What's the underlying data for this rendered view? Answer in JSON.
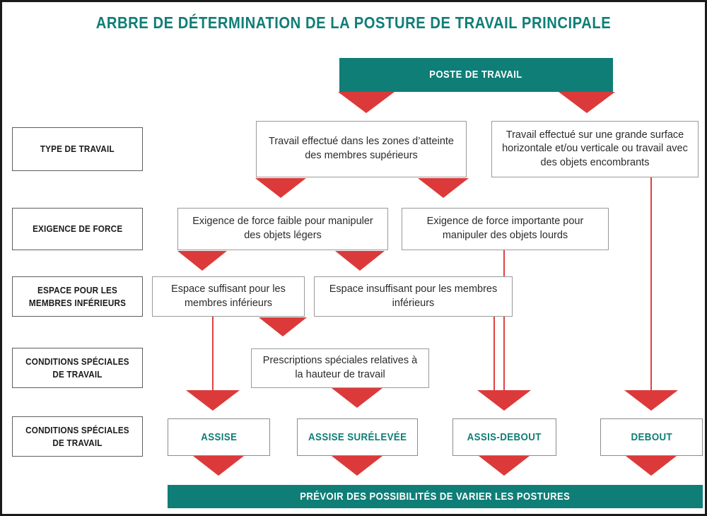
{
  "diagram": {
    "title": "ARBRE DE DÉTERMINATION DE LA POSTURE DE TRAVAIL PRINCIPALE",
    "root": "POSTE DE TRAVAIL",
    "footer": "PRÉVOIR DES POSSIBILITÉS DE VARIER LES POSTURES",
    "colors": {
      "teal": "#0f7e77",
      "red": "#dc3a3a",
      "border": "#9a9a9a",
      "frame": "#1a1a1a"
    },
    "categories": [
      {
        "id": "type-de-travail",
        "label": "TYPE DE TRAVAIL"
      },
      {
        "id": "exigence-de-force",
        "label": "EXIGENCE DE FORCE"
      },
      {
        "id": "espace-membres-inferieurs",
        "label": "ESPACE POUR LES MEMBRES INFÉRIEURS"
      },
      {
        "id": "conditions-speciales-1",
        "label": "CONDITIONS SPÉCIALES DE TRAVAIL"
      },
      {
        "id": "conditions-speciales-2",
        "label": "CONDITIONS SPÉCIALES DE TRAVAIL"
      }
    ],
    "nodes": {
      "type_work_1": "Travail effectué dans les zones d’atteinte des membres supérieurs",
      "type_work_2": "Travail effectué sur une grande surface horizontale et/ou verticale ou travail avec des objets encombrants",
      "force_1": "Exigence de force faible pour manipuler des objets légers",
      "force_2": "Exigence de force importante pour manipuler des objets lourds",
      "space_1": "Espace suffisant pour les membres inférieurs",
      "space_2": "Espace insuffisant pour les membres inférieurs",
      "special_1": "Prescriptions spéciales relatives à la hauteur de travail"
    },
    "results": [
      {
        "id": "assise",
        "label": "ASSISE"
      },
      {
        "id": "assise-surelevee",
        "label": "ASSISE SURÉLEVÉE"
      },
      {
        "id": "assis-debout",
        "label": "ASSIS-DEBOUT"
      },
      {
        "id": "debout",
        "label": "DEBOUT"
      }
    ]
  }
}
